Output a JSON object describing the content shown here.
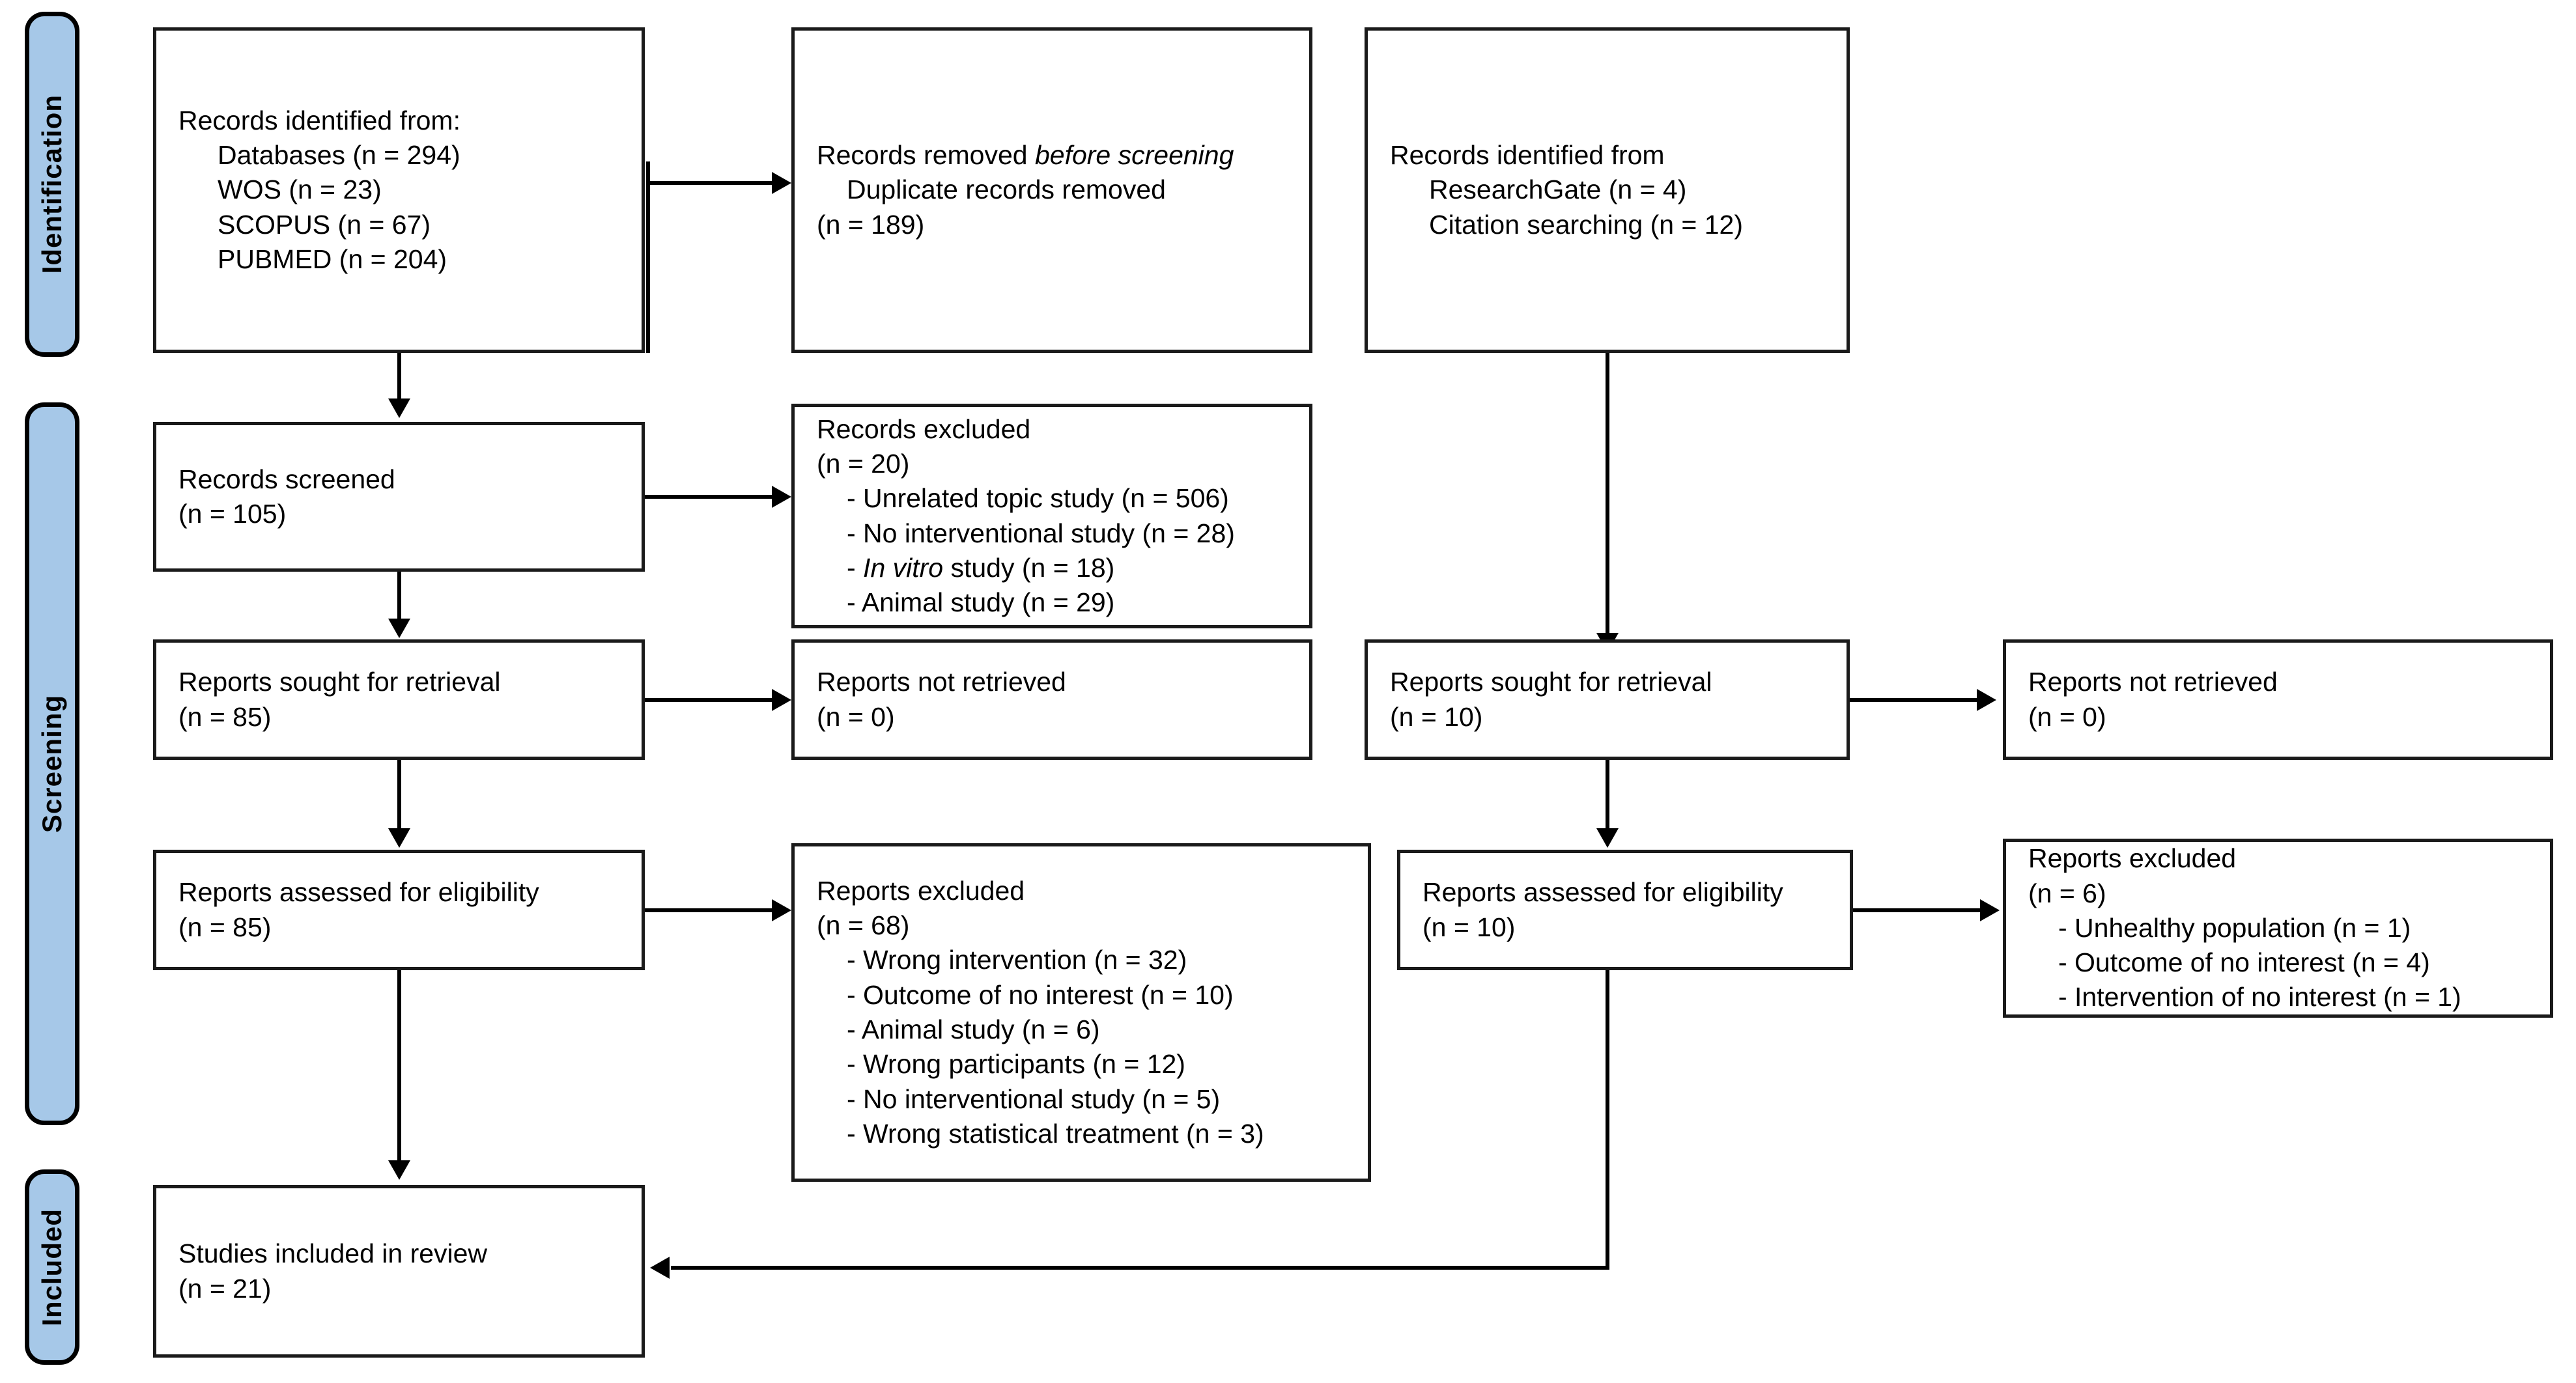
{
  "diagram": {
    "type": "prisma-flow-diagram",
    "accent_blue": "#a6c8e8",
    "line_color": "#000000"
  },
  "stages": {
    "identification": "Identification",
    "screening": "Screening",
    "included": "Included"
  },
  "boxes": {
    "records_identified_databases": {
      "title": "Records identified from:",
      "l1": "Databases (n = 294)",
      "l2": "WOS (n = 23)",
      "l3": "SCOPUS (n = 67)",
      "l4": "PUBMED (n = 204)"
    },
    "records_removed": {
      "title_plain": "Records removed ",
      "title_italic": "before screening",
      "l1": "Duplicate records removed",
      "l2": "(n = 189)"
    },
    "records_identified_other": {
      "title": "Records identified from",
      "l1": "ResearchGate (n = 4)",
      "l2": "Citation searching (n = 12)"
    },
    "records_screened": {
      "title": "Records screened",
      "count": "(n = 105)"
    },
    "records_excluded": {
      "title": "Records excluded",
      "count": "(n = 20)",
      "r1": "- Unrelated topic study (n = 506)",
      "r2": "- No interventional study (n = 28)",
      "r3_pre": "- ",
      "r3_italic": "In vitro",
      "r3_post": " study (n = 18)",
      "r4": "- Animal study (n = 29)"
    },
    "reports_sought_left": {
      "title": "Reports sought for retrieval",
      "count": "(n = 85)"
    },
    "reports_not_retrieved_left": {
      "title": "Reports not retrieved",
      "count": "(n = 0)"
    },
    "reports_sought_right": {
      "title": "Reports sought for retrieval",
      "count": "(n = 10)"
    },
    "reports_not_retrieved_right": {
      "title": "Reports not retrieved",
      "count": "(n = 0)"
    },
    "reports_assessed_left": {
      "title": "Reports assessed for eligibility",
      "count": "(n = 85)"
    },
    "reports_excluded_left": {
      "title": "Reports excluded",
      "count": "(n = 68)",
      "r1": "- Wrong intervention (n = 32)",
      "r2": "- Outcome of no interest (n = 10)",
      "r3": "- Animal study (n = 6)",
      "r4": "- Wrong participants (n = 12)",
      "r5": "- No interventional study (n = 5)",
      "r6": "- Wrong statistical treatment (n = 3)"
    },
    "reports_assessed_right": {
      "title": "Reports assessed for eligibility",
      "count": "(n = 10)"
    },
    "reports_excluded_right": {
      "title": "Reports excluded",
      "count": "(n = 6)",
      "r1": "- Unhealthy population (n = 1)",
      "r2": "- Outcome of no interest (n = 4)",
      "r3": "- Intervention of no interest (n = 1)"
    },
    "studies_included": {
      "title": "Studies included in review",
      "count": "(n = 21)"
    }
  }
}
